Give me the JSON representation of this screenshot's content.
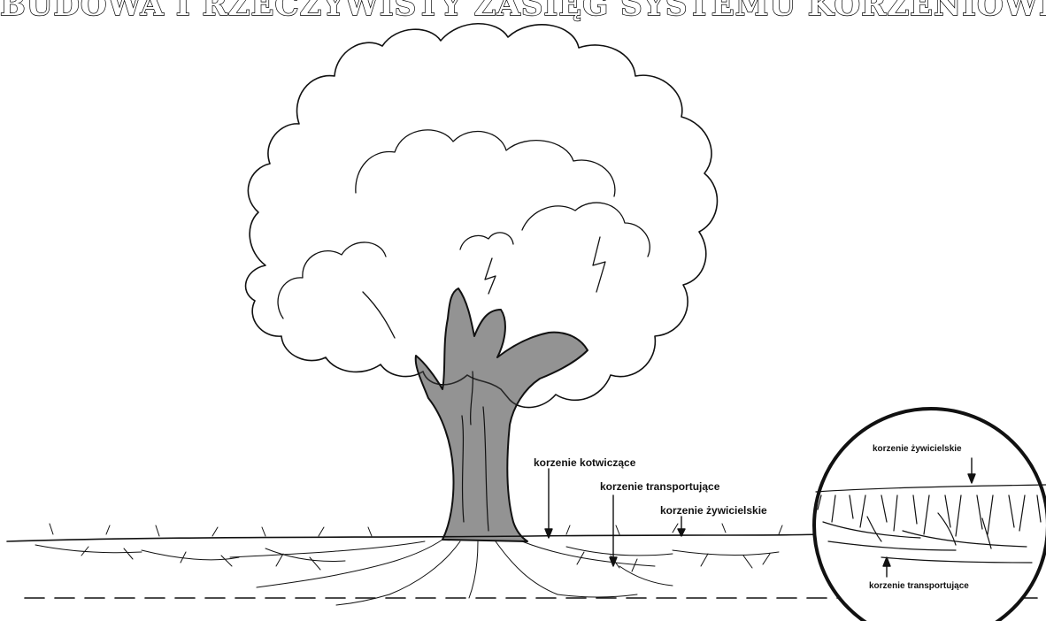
{
  "title": "BUDOWA I RZECZYWISTY ZASIĘG SYSTEMU KORZENIOWEGO",
  "labels": {
    "anchoring": "korzenie kotwiczące",
    "transport": "korzenie transportujące",
    "feeding": "korzenie żywicielskie"
  },
  "inset": {
    "feeding": "korzenie żywicielskie",
    "transport": "korzenie transportujące"
  },
  "colors": {
    "ink": "#111111",
    "background": "#ffffff"
  }
}
